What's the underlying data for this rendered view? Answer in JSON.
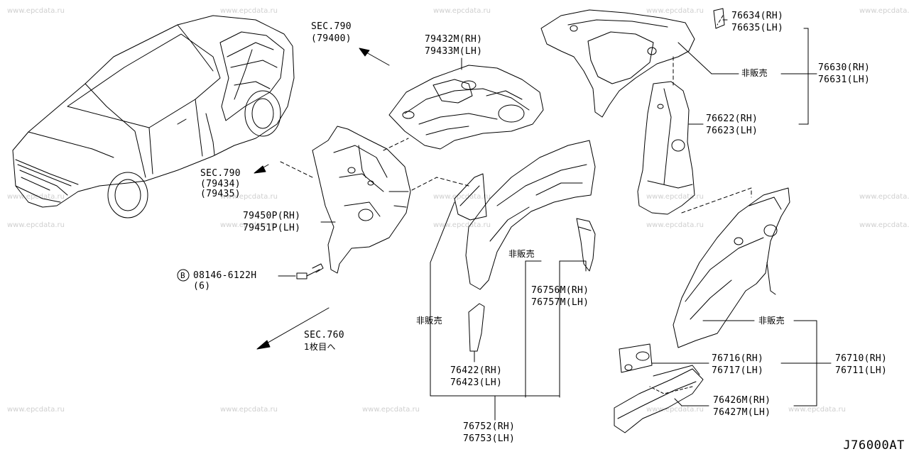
{
  "watermark": "www.epcdata.ru",
  "drawing_code": "J76000AT",
  "not_for_sale": "非販売",
  "sections": {
    "sec790_top": {
      "title": "SEC.790",
      "ref": "(79400)"
    },
    "sec790_left": {
      "title": "SEC.790",
      "ref1": "(79434)",
      "ref2": "(79435)"
    },
    "sec760": {
      "title": "SEC.760",
      "note": "1枚目へ"
    }
  },
  "bolt": {
    "symbol": "B",
    "part": "08146-6122H",
    "qty": "(6)"
  },
  "parts": {
    "p79432": {
      "rh": "79432M(RH)",
      "lh": "79433M(LH)"
    },
    "p79450": {
      "rh": "79450P(RH)",
      "lh": "79451P(LH)"
    },
    "p76634": {
      "rh": "76634(RH)",
      "lh": "76635(LH)"
    },
    "p76630": {
      "rh": "76630(RH)",
      "lh": "76631(LH)"
    },
    "p76622": {
      "rh": "76622(RH)",
      "lh": "76623(LH)"
    },
    "p76756": {
      "rh": "76756M(RH)",
      "lh": "76757M(LH)"
    },
    "p76422": {
      "rh": "76422(RH)",
      "lh": "76423(LH)"
    },
    "p76752": {
      "rh": "76752(RH)",
      "lh": "76753(LH)"
    },
    "p76716": {
      "rh": "76716(RH)",
      "lh": "76717(LH)"
    },
    "p76710": {
      "rh": "76710(RH)",
      "lh": "76711(LH)"
    },
    "p76426": {
      "rh": "76426M(RH)",
      "lh": "76427M(LH)"
    }
  }
}
